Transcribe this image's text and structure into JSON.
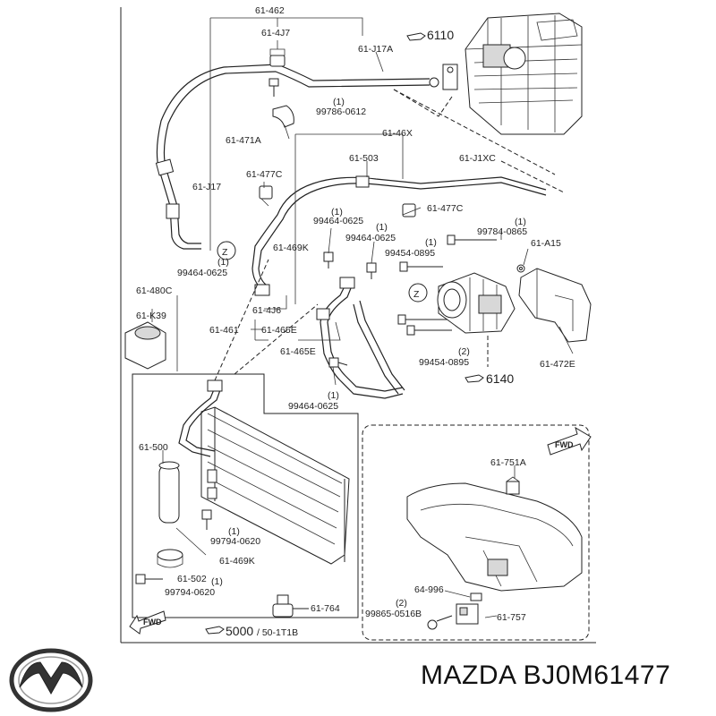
{
  "labels": {
    "l_61_462": "61-462",
    "l_61_4J7": "61-4J7",
    "l_6110": "6110",
    "l_61_J17A": "61-J17A",
    "l_99786_qty": "(1)",
    "l_99786": "99786-0612",
    "l_61_471A": "61-471A",
    "l_61_46X": "61-46X",
    "l_61_503": "61-503",
    "l_61_J1XC": "61-J1XC",
    "l_61_477C_a": "61-477C",
    "l_61_J17": "61-J17",
    "l_61_477C_b": "61-477C",
    "l_99464_a_qty": "(1)",
    "l_99464_a": "99464-0625",
    "l_99784_qty": "(1)",
    "l_99784": "99784-0865",
    "l_99464_b_qty": "(1)",
    "l_99464_b": "99464-0625",
    "l_61_469K_a": "61-469K",
    "l_99454_a_qty": "(1)",
    "l_99454_a": "99454-0895",
    "l_61_A15": "61-A15",
    "l_z1": "Z",
    "l_99464_c": "99464-0625",
    "l_99464_c_qty": "(1)",
    "l_61_480C": "61-480C",
    "l_z2": "Z",
    "l_61_K39": "61-K39",
    "l_61_4J6": "61-4J6",
    "l_61_461": "61-461",
    "l_61_465E_a": "61-465E",
    "l_61_465E_b": "61-465E",
    "l_99454_b_qty": "(2)",
    "l_99454_b": "99454-0895",
    "l_61_472E": "61-472E",
    "l_6140": "6140",
    "l_99464_d_qty": "(1)",
    "l_99464_d": "99464-0625",
    "l_fwd_a": "FWD",
    "l_61_500": "61-500",
    "l_61_751A": "61-751A",
    "l_99794_a_qty": "(1)",
    "l_99794_a": "99794-0620",
    "l_61_469K_b": "61-469K",
    "l_61_502": "61-502",
    "l_99794_b_qty": "(1)",
    "l_99794_b": "99794-0620",
    "l_64_996": "64-996",
    "l_99865_qty": "(2)",
    "l_99865": "99865-0516B",
    "l_61_757": "61-757",
    "l_61_764": "61-764",
    "l_fwd_b": "FWD",
    "l_5000": "5000",
    "l_50_1T1B": "/ 50-1T1B"
  },
  "brand": {
    "logo_name": "MAZDA",
    "part_code": "MAZDA BJ0M61477"
  }
}
